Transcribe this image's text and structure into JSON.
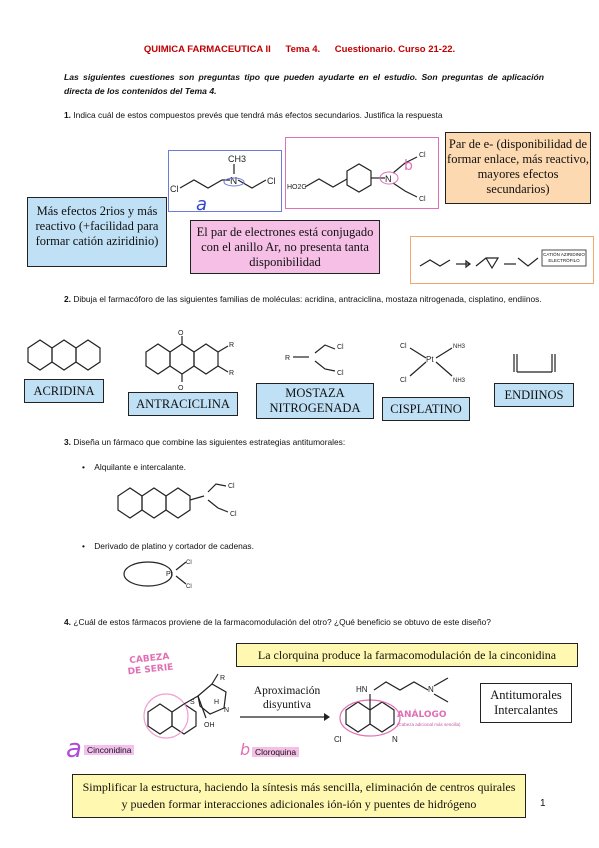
{
  "header": {
    "course": "QUIMICA FARMACEUTICA II",
    "topic": "Tema 4.",
    "quiz": "Cuestionario. Curso 21-22."
  },
  "intro": "Las siguientes cuestiones son preguntas tipo que pueden ayudarte en el estudio. Son preguntas de aplicación directa de los contenidos del Tema 4.",
  "q1": {
    "number": "1.",
    "text": "Indica cuál de estos compuestos prevés que tendrá más efectos secundarios. Justifica la respuesta",
    "box_left": "Más efectos 2rios y más reactivo (+facilidad para formar catión aziridinio)",
    "box_middle": "El par de electrones está conjugado con el anillo Ar, no presenta tanta disponibilidad",
    "box_right": "Par de e- (disponibilidad de formar enlace, más reactivo, mayores efectos secundarios)",
    "mol_label_ch3": "CH3",
    "mol_label_n": "N",
    "mol_label_cl": "Cl",
    "mol_label_ho2c": "HO2C",
    "annot_a": "a",
    "annot_b": "b",
    "mechanism_note": "CATIÓN AZIRIDINIO ELECTRÓFILO"
  },
  "q2": {
    "number": "2.",
    "text": "Dibuja el farmacóforo de las siguientes familias de moléculas: acridina, antraciclina, mostaza nitrogenada, cisplatino, endiinos.",
    "labels": [
      "ACRIDINA",
      "ANTRACICLINA",
      "MOSTAZA NITROGENADA",
      "CISPLATINO",
      "ENDIINOS"
    ],
    "r_label": "R",
    "o_label": "O",
    "pt_label": "Pt",
    "nh3_label": "NH3",
    "cl_label": "Cl"
  },
  "q3": {
    "number": "3.",
    "text": "Diseña un fármaco que combine las siguientes estrategias antitumorales:",
    "bullet1": "Alquilante e intercalante.",
    "bullet2": "Derivado de platino y cortador de cadenas."
  },
  "q4": {
    "number": "4.",
    "text": "¿Cuál de estos fármacos proviene de la farmacomodulación del otro? ¿Qué beneficio se obtuvo de este diseño?",
    "box_top": "La clorquina produce la farmacomodulación de la cinconidina",
    "head_label": "CABEZA DE SERIE",
    "arrow_label": "Aproximación disyuntiva",
    "box_right": "Antitumorales Intercalantes",
    "analog_label": "ANÁLOGO",
    "analog_note": "(Cabeza adicional más sencilla)",
    "cinconidina": "Cinconidina",
    "cloroquina": "Cloroquina",
    "annot_a": "a",
    "annot_b": "b",
    "s_label": "S",
    "r_label": "R",
    "h_label": "H",
    "oh_label": "OH",
    "hn_label": "HN",
    "n_label": "N",
    "cl_label": "Cl",
    "box_bottom": "Simplificar la estructura, haciendo la síntesis más sencilla, eliminación de centros quirales y pueden formar interacciones adicionales ión-ión y puentes de hidrógeno"
  },
  "page_number": "1"
}
